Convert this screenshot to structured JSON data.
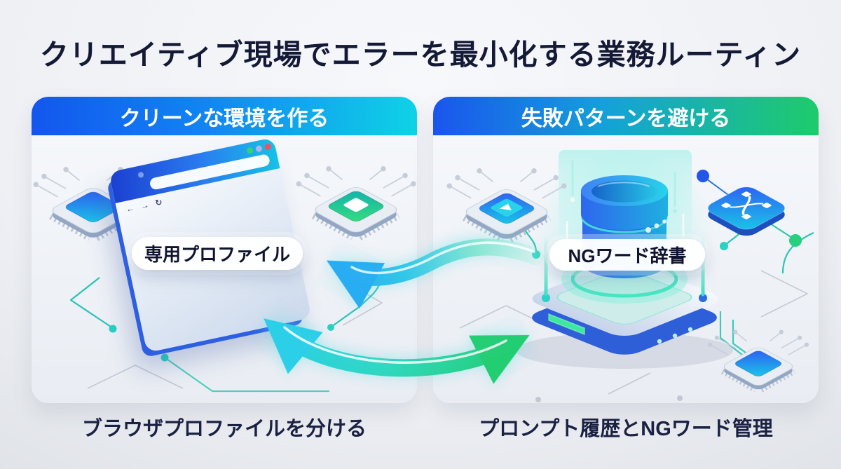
{
  "title": "クリエイティブ現場でエラーを最小化する業務ルーティン",
  "panels": [
    {
      "header": "クリーンな環境を作る",
      "label": "専用プロファイル",
      "caption": "ブラウザプロファイルを分ける",
      "header_gradient": [
        "#1356ee",
        "#0fd2e6"
      ]
    },
    {
      "header": "失敗パターンを避ける",
      "label": "NGワード辞書",
      "caption": "プロンプト履歴とNGワード管理",
      "header_gradient": [
        "#1a55ee",
        "#1ecb6b"
      ]
    }
  ],
  "browser": {
    "nav_icons": "← → ↻"
  },
  "icons": {
    "left_panel": [
      "cpu-chip-icon",
      "cpu-chip-green-icon",
      "browser-window-icon"
    ],
    "right_panel": [
      "cpu-chip-play-icon",
      "network-node-icon",
      "database-icon",
      "cpu-chip-small-icon"
    ],
    "center": [
      "curved-arrow-left-icon",
      "curved-arrow-bidirectional-icon"
    ]
  },
  "colors": {
    "background": "#e9ebef",
    "title_text": "#141a36",
    "caption_text": "#1b2142",
    "arrow_cyan": "#29adf2",
    "arrow_green": "#23ce72",
    "circuit_teal": "#27d2c2",
    "traffic_lights": [
      "#35d07a",
      "#aab6ea",
      "#ea5468"
    ]
  }
}
